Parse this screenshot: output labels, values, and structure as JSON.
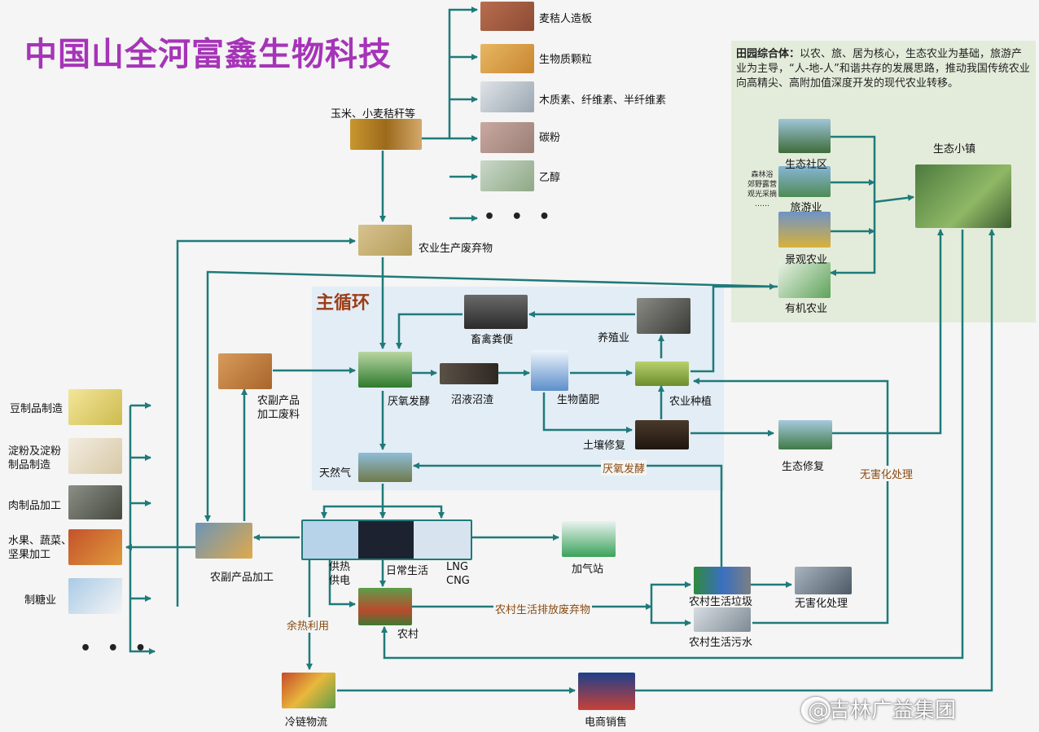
{
  "title": "中国山全河富鑫生物科技",
  "top_products": [
    "麦秸人造板",
    "生物质颗粒",
    "木质素、纤维素、半纤维素",
    "碳粉",
    "乙醇"
  ],
  "more_dots": "• • •",
  "straw": "玉米、小麦秸秆等",
  "ag_waste": "农业生产废弃物",
  "main_cycle": "主循环",
  "tianyuan": {
    "head": "田园综合体：",
    "text": "以农、旅、居为核心，生态农业为基础，旅游产业为主导，“人-地-人”和谐共存的发展思路，推动我国传统农业向高精尖、高附加值深度开发的现代农业转移。"
  },
  "tianyuan_items": [
    "生态社区",
    "旅游业",
    "景观农业",
    "有机农业"
  ],
  "tourism_small": "森林浴\n郊野露营\n观光采摘\n……",
  "eco_town": "生态小镇",
  "cycle": {
    "manure": "畜禽粪便",
    "breeding": "养殖业",
    "byproduct_waste": "农副产品\n加工废料",
    "anaerobic": "厌氧发酵",
    "slurry": "沼液沼渣",
    "fertilizer": "生物菌肥",
    "planting": "农业种植",
    "soil": "土壤修复",
    "natural_gas": "天然气"
  },
  "eco_repair": "生态修复",
  "harmless_side": "无害化处理",
  "flow_anaerobic": "厌氧发酵",
  "left_industries": [
    "豆制品制造",
    "淀粉及淀粉\n制品制造",
    "肉制品加工",
    "水果、蔬菜、\n坚果加工",
    "制糖业"
  ],
  "ag_processing": "农副产品加工",
  "energy": {
    "heat": "供热\n供电",
    "daily": "日常生活",
    "lng": "LNG\nCNG"
  },
  "gas_station": "加气站",
  "rural": "农村",
  "waste_heat": "余热利用",
  "rural_discharge": "农村生活排放废弃物",
  "garbage": "农村生活垃圾",
  "harmless": "无害化处理",
  "sewage": "农村生活污水",
  "cold_chain": "冷链物流",
  "ecommerce": "电商销售",
  "watermark": "@吉林广益集团",
  "colors": {
    "arrow": "#1f7a7a",
    "title": "#a634b8",
    "main_cycle": "#9b3d16",
    "flow_text": "#8a4a12"
  }
}
